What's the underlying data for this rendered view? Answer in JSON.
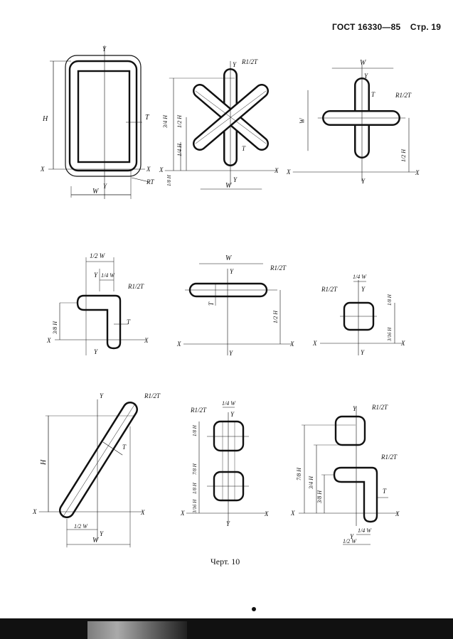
{
  "header": {
    "standard": "ГОСТ 16330—85",
    "page": "Стр. 19"
  },
  "caption": "Черт. 10",
  "labels": {
    "Y": "Y",
    "X": "X",
    "H": "H",
    "W": "W",
    "T": "T",
    "RT": "RT",
    "R12T": "R1/2T",
    "H34": "3/4 H",
    "H12": "1/2 H",
    "H14": "1/4 H",
    "H18": "1/8 H",
    "H38": "3/8 H",
    "H78": "7/8 H",
    "H316": "3/16 H",
    "W12": "1/2 W",
    "W14": "1/4 W",
    "H12b": "1/2 H"
  }
}
